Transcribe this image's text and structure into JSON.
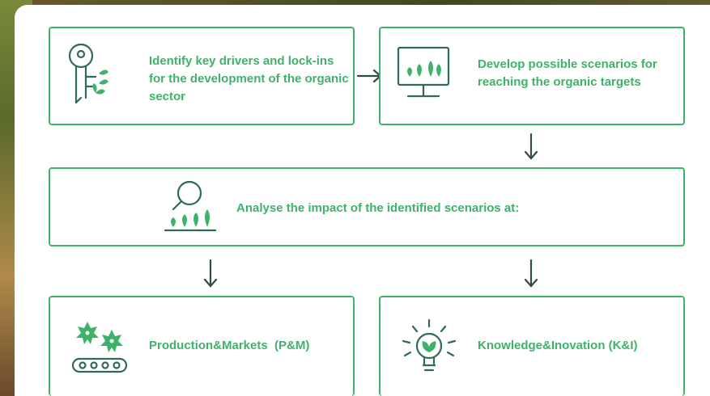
{
  "steps": {
    "identify": "Identify key drivers and lock-ins for the development of the organic sector",
    "develop": "Develop possible scenarios for reaching the organic targets",
    "analyse": "Analyse the impact of the identified scenarios at:",
    "production": "Production&Markets  (P&M)",
    "knowledge": "Knowledge&Inovation (K&I)"
  },
  "colors": {
    "accent": "#3fb26a",
    "icon": "#2f6b55",
    "arrow": "#2f4a4a"
  },
  "icons": [
    "key-leaf-icon",
    "monitor-plants-icon",
    "magnifier-plants-icon",
    "conveyor-flowers-icon",
    "lightbulb-leaf-icon"
  ]
}
